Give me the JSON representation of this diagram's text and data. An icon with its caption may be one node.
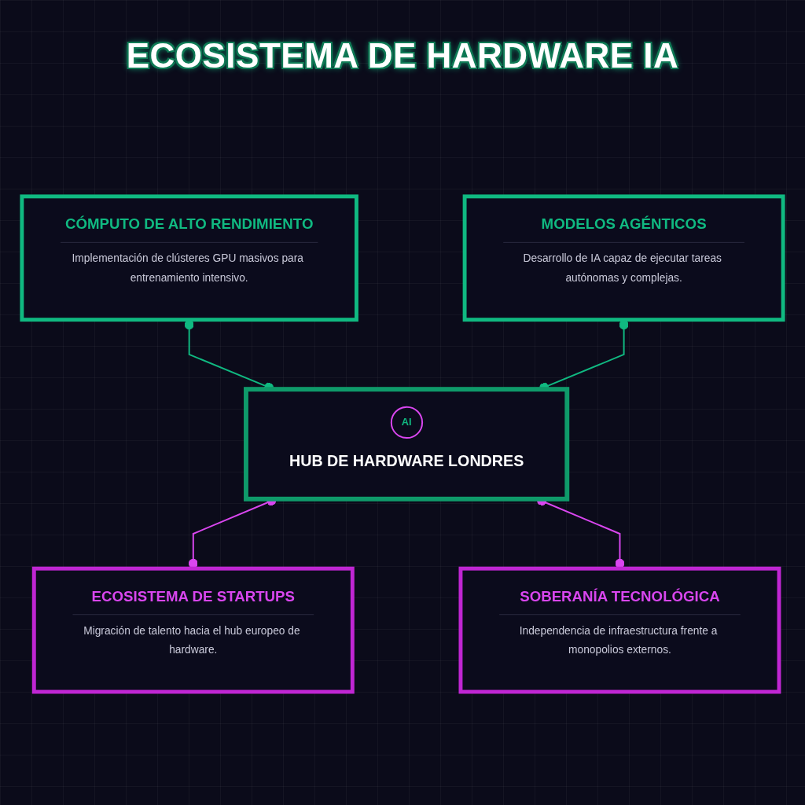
{
  "diagram": {
    "title": "ECOSISTEMA DE HARDWARE IA",
    "nodes": [
      {
        "text": [
          "CÓMPUTO DE ALTO RENDIMIENTO",
          "Implementación de clústeres GPU masivos para entrenamiento intensivo."
        ]
      },
      {
        "text": [
          "MODELOS AGÉNTICOS",
          "Desarrollo de IA capaz de ejecutar tareas autónomas y complejas."
        ]
      },
      {
        "text": [
          "AI",
          "HUB DE HARDWARE LONDRES"
        ]
      },
      {
        "text": [
          "ECOSISTEMA DE STARTUPS",
          "Migración de talento hacia el hub europeo de hardware."
        ]
      },
      {
        "text": [
          "SOBERANÍA TECNOLÓGICA",
          "Independencia de infraestructura frente a monopolios externos."
        ]
      }
    ],
    "edges": [
      {
        "from": 0,
        "to": 2,
        "arrow": "other",
        "color": "#10b981"
      },
      {
        "from": 1,
        "to": 2,
        "arrow": "other",
        "color": "#10b981"
      },
      {
        "from": 2,
        "to": 3,
        "arrow": "other",
        "color": "#d946ef"
      },
      {
        "from": 2,
        "to": 4,
        "arrow": "other",
        "color": "#d946ef"
      }
    ]
  }
}
